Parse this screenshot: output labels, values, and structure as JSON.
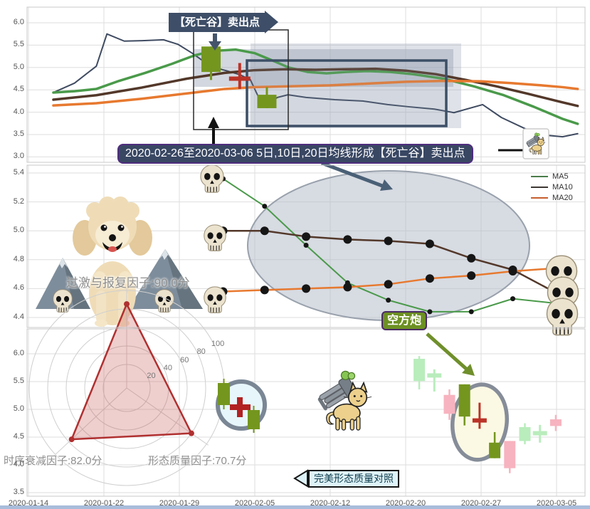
{
  "colors": {
    "price": "#3f4b61",
    "ma5": "#4a9a4a",
    "ma10": "#53382a",
    "ma20": "#e7792f",
    "candle_olive": "#74961f",
    "candle_light_green": "#b9edbc",
    "candle_pink": "#f7b3bf",
    "doji_red": "#bb3328",
    "banner_bg": "#3e4e68",
    "note_bg": "#394763",
    "note_border": "#4f2d7f",
    "bear_label_bg": "#6c9022",
    "bear_label_border": "#4a2a66",
    "perfect_box_bg": "#def2f7",
    "radar_color": "#b03030",
    "highlight_gray": "#9aa3b0"
  },
  "annotations": {
    "sell_banner": "【死亡谷】卖出点",
    "death_valley_note": "2020-02-26至2020-03-06 5日,10日,20日均线形成【死亡谷】卖出点",
    "bear_cannon": "空方炮",
    "perfect_pattern": "完美形态质量对照",
    "factor_overreact": "过激与报复因子:90.0分",
    "factor_decay": "时序衰减因子:82.0分",
    "factor_quality": "形态质量因子:70.7分"
  },
  "legend": {
    "items": [
      {
        "label": "MA5",
        "color": "#4a7c4a"
      },
      {
        "label": "MA10",
        "color": "#3d3733"
      },
      {
        "label": "MA20",
        "color": "#c65f2e"
      }
    ]
  },
  "x_axis": {
    "labels": [
      "2020-01-14",
      "2020-01-22",
      "2020-01-29",
      "2020-02-05",
      "2020-02-12",
      "2020-02-20",
      "2020-02-27",
      "2020-03-05"
    ]
  },
  "chart_data": [
    {
      "panel": "price_with_ma",
      "type": "bar",
      "ylim": [
        2.85,
        6.35
      ],
      "yticks": [
        {
          "label": "6.0",
          "value": 6.0
        },
        {
          "label": "5.5",
          "value": 5.5
        },
        {
          "label": "5.0",
          "value": 5.0
        },
        {
          "label": "4.5",
          "value": 4.5
        },
        {
          "label": "4.0",
          "value": 4.0
        },
        {
          "label": "3.5",
          "value": 3.5
        },
        {
          "label": "3.0",
          "value": 3.0
        }
      ],
      "series": [
        {
          "name": "price",
          "color": "#3f4b61",
          "width": 2,
          "marker": 0,
          "points": [
            [
              0.33,
              4.44
            ],
            [
              0.61,
              4.65
            ],
            [
              0.9,
              5.03
            ],
            [
              1.04,
              5.75
            ],
            [
              1.27,
              5.59
            ],
            [
              1.51,
              5.6
            ],
            [
              1.79,
              5.62
            ],
            [
              1.98,
              5.52
            ],
            [
              2.17,
              5.32
            ],
            [
              2.42,
              5.02
            ],
            [
              2.64,
              4.92
            ],
            [
              2.8,
              4.84
            ],
            [
              2.94,
              4.73
            ],
            [
              3.11,
              4.12
            ],
            [
              3.3,
              4.33
            ],
            [
              3.44,
              4.39
            ],
            [
              3.68,
              4.33
            ],
            [
              4.06,
              4.28
            ],
            [
              4.43,
              4.25
            ],
            [
              4.76,
              4.17
            ],
            [
              5.05,
              4.12
            ],
            [
              5.38,
              4.07
            ],
            [
              5.64,
              3.99
            ],
            [
              6.02,
              4.17
            ],
            [
              6.27,
              3.88
            ],
            [
              6.61,
              3.61
            ],
            [
              6.89,
              3.48
            ],
            [
              7.08,
              3.45
            ],
            [
              7.28,
              3.52
            ]
          ]
        },
        {
          "name": "MA5",
          "color": "#4a9a4a",
          "width": 3.5,
          "marker": 0,
          "points": [
            [
              0.33,
              4.44
            ],
            [
              0.61,
              4.47
            ],
            [
              0.9,
              4.52
            ],
            [
              1.2,
              4.7
            ],
            [
              1.55,
              4.88
            ],
            [
              1.9,
              5.08
            ],
            [
              2.2,
              5.27
            ],
            [
              2.45,
              5.37
            ],
            [
              2.75,
              5.4
            ],
            [
              3.0,
              5.32
            ],
            [
              3.2,
              5.18
            ],
            [
              3.45,
              5.0
            ],
            [
              3.7,
              4.9
            ],
            [
              3.95,
              4.87
            ],
            [
              4.2,
              4.9
            ],
            [
              4.5,
              4.92
            ],
            [
              4.8,
              4.9
            ],
            [
              5.1,
              4.85
            ],
            [
              5.5,
              4.75
            ],
            [
              5.9,
              4.58
            ],
            [
              6.3,
              4.38
            ],
            [
              6.7,
              4.12
            ],
            [
              7.08,
              3.85
            ],
            [
              7.28,
              3.74
            ]
          ]
        },
        {
          "name": "MA10",
          "color": "#53382a",
          "width": 3.5,
          "marker": 0,
          "points": [
            [
              0.33,
              4.28
            ],
            [
              0.9,
              4.38
            ],
            [
              1.5,
              4.55
            ],
            [
              2.1,
              4.75
            ],
            [
              2.6,
              4.88
            ],
            [
              3.0,
              4.94
            ],
            [
              3.4,
              4.96
            ],
            [
              3.8,
              4.95
            ],
            [
              4.2,
              4.96
            ],
            [
              4.6,
              4.97
            ],
            [
              5.0,
              4.93
            ],
            [
              5.4,
              4.85
            ],
            [
              5.8,
              4.72
            ],
            [
              6.2,
              4.58
            ],
            [
              6.6,
              4.42
            ],
            [
              7.08,
              4.22
            ],
            [
              7.28,
              4.14
            ]
          ]
        },
        {
          "name": "MA20",
          "color": "#e7792f",
          "width": 3.5,
          "marker": 0,
          "points": [
            [
              0.33,
              4.15
            ],
            [
              0.9,
              4.2
            ],
            [
              1.5,
              4.3
            ],
            [
              2.1,
              4.42
            ],
            [
              2.6,
              4.52
            ],
            [
              3.0,
              4.56
            ],
            [
              3.5,
              4.58
            ],
            [
              4.0,
              4.6
            ],
            [
              4.5,
              4.64
            ],
            [
              5.0,
              4.68
            ],
            [
              5.5,
              4.7
            ],
            [
              6.0,
              4.69
            ],
            [
              6.4,
              4.65
            ],
            [
              6.8,
              4.6
            ],
            [
              7.08,
              4.56
            ],
            [
              7.28,
              4.52
            ]
          ]
        }
      ],
      "candles": [
        {
          "x": 2.42,
          "open": 5.47,
          "close": 4.9,
          "high": 5.47,
          "low": 4.72,
          "color": "olive"
        },
        {
          "x": 2.8,
          "open": 4.75,
          "close": 4.75,
          "high": 5.1,
          "low": 4.52,
          "color": "red",
          "doji": true
        },
        {
          "x": 3.16,
          "open": 4.39,
          "close": 4.09,
          "high": 4.56,
          "low": 4.09,
          "color": "olive"
        }
      ]
    },
    {
      "panel": "ma_detail",
      "type": "line",
      "ylim": [
        4.33,
        5.46
      ],
      "yticks": [
        {
          "label": "5.4",
          "value": 5.4
        },
        {
          "label": "5.2",
          "value": 5.2
        },
        {
          "label": "5.0",
          "value": 5.0
        },
        {
          "label": "4.8",
          "value": 4.8
        },
        {
          "label": "4.6",
          "value": 4.6
        },
        {
          "label": "4.4",
          "value": 4.4
        }
      ],
      "series": [
        {
          "name": "MA5",
          "color": "#4a9a4a",
          "width": 2,
          "marker": 3.5,
          "points": [
            [
              2.58,
              5.36
            ],
            [
              3.13,
              5.17
            ],
            [
              3.68,
              4.9
            ],
            [
              4.23,
              4.64
            ],
            [
              4.77,
              4.52
            ],
            [
              5.32,
              4.44
            ],
            [
              5.87,
              4.44
            ],
            [
              6.42,
              4.53
            ],
            [
              6.96,
              4.5
            ]
          ]
        },
        {
          "name": "MA10",
          "color": "#53382a",
          "width": 2.5,
          "marker": 6,
          "points": [
            [
              2.58,
              5.0
            ],
            [
              3.13,
              5.0
            ],
            [
              3.68,
              4.96
            ],
            [
              4.23,
              4.94
            ],
            [
              4.77,
              4.93
            ],
            [
              5.32,
              4.91
            ],
            [
              5.87,
              4.81
            ],
            [
              6.42,
              4.73
            ],
            [
              6.96,
              4.58
            ]
          ]
        },
        {
          "name": "MA20",
          "color": "#e7792f",
          "width": 2.5,
          "marker": 6,
          "points": [
            [
              2.58,
              4.58
            ],
            [
              3.13,
              4.59
            ],
            [
              3.68,
              4.6
            ],
            [
              4.23,
              4.61
            ],
            [
              4.77,
              4.63
            ],
            [
              5.32,
              4.67
            ],
            [
              5.87,
              4.69
            ],
            [
              6.42,
              4.72
            ],
            [
              6.96,
              4.74
            ]
          ]
        }
      ]
    },
    {
      "panel": "pattern_quality",
      "type": "bar",
      "ylim": [
        3.44,
        6.45
      ],
      "yticks": [
        {
          "label": "6.0",
          "value": 6.0
        },
        {
          "label": "5.5",
          "value": 5.5
        },
        {
          "label": "5.0",
          "value": 5.0
        },
        {
          "label": "4.5",
          "value": 4.5
        },
        {
          "label": "4.0",
          "value": 4.0
        },
        {
          "label": "3.5",
          "value": 3.5
        }
      ],
      "candles": [
        {
          "x": 5.18,
          "open": 5.51,
          "close": 5.91,
          "high": 5.96,
          "low": 5.36,
          "color": "light_green"
        },
        {
          "x": 5.38,
          "open": 5.61,
          "close": 5.61,
          "high": 5.72,
          "low": 5.32,
          "color": "light_green",
          "doji": true
        },
        {
          "x": 5.58,
          "open": 5.26,
          "close": 4.92,
          "high": 5.36,
          "low": 4.81,
          "color": "pink"
        },
        {
          "x": 5.78,
          "open": 5.45,
          "close": 4.87,
          "high": 5.45,
          "low": 4.71,
          "color": "olive"
        },
        {
          "x": 5.98,
          "open": 4.8,
          "close": 4.8,
          "high": 5.12,
          "low": 4.65,
          "color": "red",
          "doji": true
        },
        {
          "x": 6.18,
          "open": 4.4,
          "close": 4.12,
          "high": 4.59,
          "low": 4.12,
          "color": "olive"
        },
        {
          "x": 6.38,
          "open": 4.43,
          "close": 3.94,
          "high": 4.43,
          "low": 3.85,
          "color": "pink"
        },
        {
          "x": 6.58,
          "open": 4.43,
          "close": 4.68,
          "high": 4.75,
          "low": 4.37,
          "color": "light_green"
        },
        {
          "x": 6.78,
          "open": 4.57,
          "close": 4.57,
          "high": 4.72,
          "low": 4.4,
          "color": "light_green",
          "doji": true
        },
        {
          "x": 6.99,
          "open": 4.82,
          "close": 4.7,
          "high": 4.9,
          "low": 4.61,
          "color": "pink"
        }
      ],
      "radar": {
        "ticks": [
          "20",
          "40",
          "60",
          "80",
          "100"
        ],
        "axes": [
          {
            "label": "过激与报复因子",
            "value": 90.0
          },
          {
            "label": "形态质量因子",
            "value": 70.7
          },
          {
            "label": "时序衰减因子",
            "value": 82.0
          }
        ]
      }
    }
  ]
}
